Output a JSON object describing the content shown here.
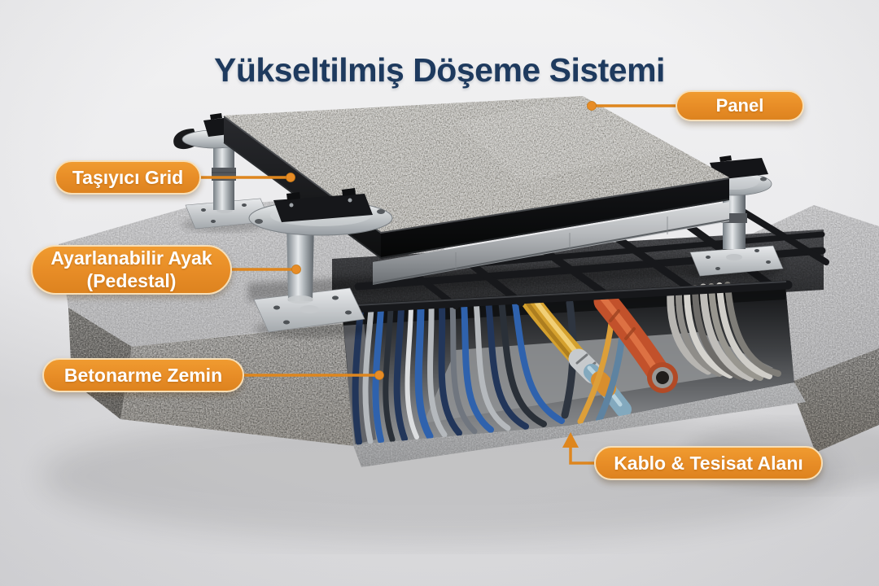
{
  "title": "Yükseltilmiş Döşeme Sistemi",
  "labels": {
    "panel": "Panel",
    "carrier_grid": "Taşıyıcı Grid",
    "adjustable_pedestal_line1": "Ayarlanabilir Ayak",
    "adjustable_pedestal_line2": "(Pedestal)",
    "concrete_floor": "Betonarme Zemin",
    "cable_area": "Kablo & Tesisat Alanı"
  },
  "colors": {
    "label_orange": "#E78C26",
    "label_border": "#F7DFB8",
    "leader_orange": "#DE861E",
    "title_navy": "#1E3A5E"
  }
}
